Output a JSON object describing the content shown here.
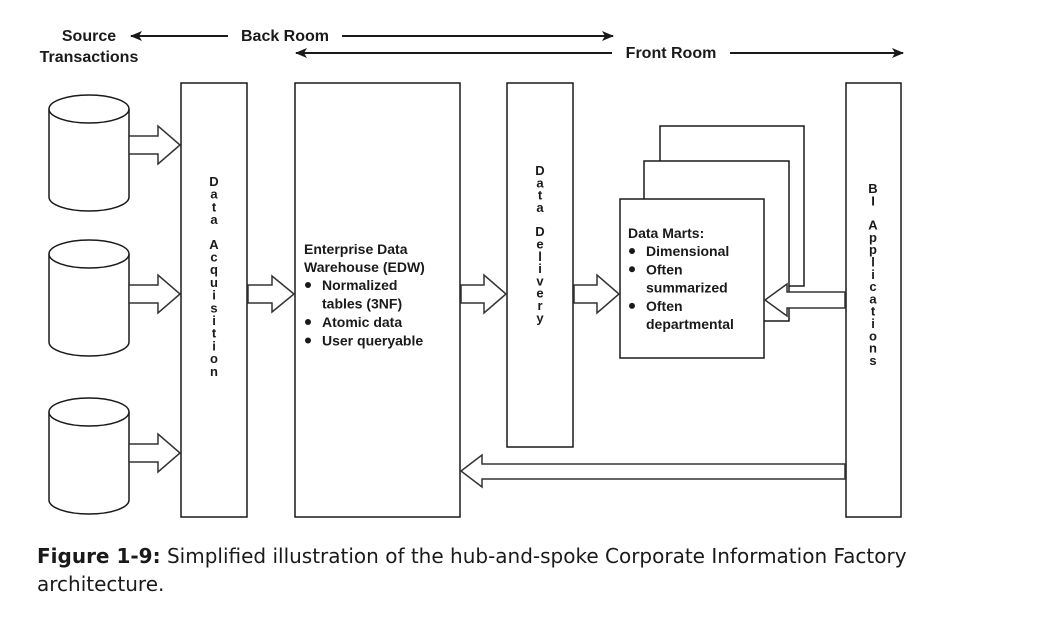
{
  "header": {
    "source_transactions": [
      "Source",
      "Transactions"
    ],
    "back_room": "Back Room",
    "front_room": "Front Room"
  },
  "sources": {
    "count": 3,
    "label": "source-database"
  },
  "data_acquisition": {
    "label": "Data Acquisition"
  },
  "edw": {
    "title_lines": [
      "Enterprise Data",
      "Warehouse (EDW)"
    ],
    "bullets": [
      [
        "Normalized",
        "tables (3NF)"
      ],
      [
        "Atomic data"
      ],
      [
        "User queryable"
      ]
    ]
  },
  "data_delivery": {
    "label": "Data Delivery"
  },
  "data_marts": {
    "title": "Data Marts:",
    "bullets": [
      [
        "Dimensional"
      ],
      [
        "Often",
        "summarized"
      ],
      [
        "Often",
        "departmental"
      ]
    ],
    "stack_count": 3
  },
  "bi_applications": {
    "label": "BI Applications"
  },
  "caption": {
    "figure_label": "Figure 1-9:",
    "text": "Simplified illustration of the hub-and-spoke Corporate Information Factory architecture."
  },
  "colors": {
    "stroke": "#1a1a1a",
    "arrow_stroke": "#333333",
    "background": "#ffffff"
  }
}
